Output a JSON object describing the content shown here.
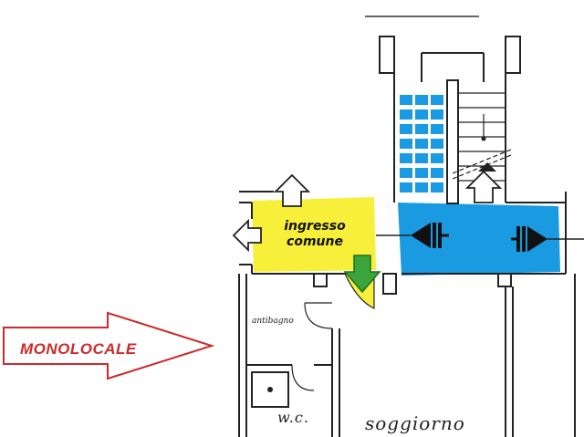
{
  "labels": {
    "ingresso_line1": "ingresso",
    "ingresso_line2": "comune",
    "antibagno": "antibagno",
    "wc": "w.c.",
    "soggiorno": "soggiorno",
    "monolocale": "MONOLOCALE"
  },
  "colors": {
    "entrance_yellow": "#f7ef3a",
    "landing_blue": "#1a9ae0",
    "wall": "#222222",
    "green_arrow": "#3aa53a",
    "red_arrow": "#cc2a2a"
  },
  "icons": {
    "exit_arrows": "outline-arrow-icon",
    "entry_arrow": "green-down-arrow-icon",
    "passage_markers": "double-triangle-icon"
  }
}
